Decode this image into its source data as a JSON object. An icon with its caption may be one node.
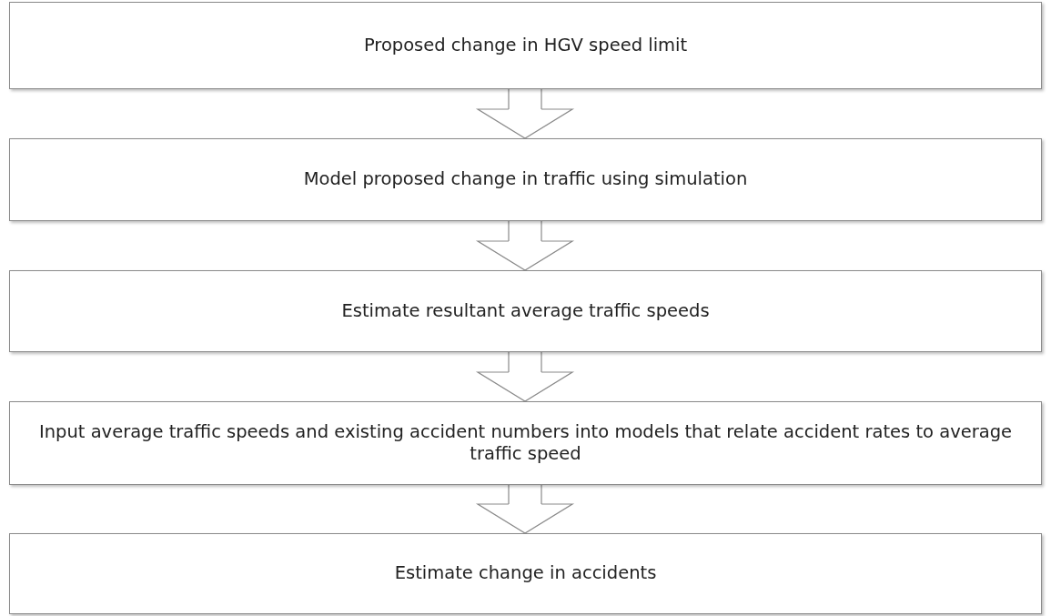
{
  "diagram": {
    "nodes": [
      {
        "text": [
          "Proposed change in HGV speed limit"
        ]
      },
      {
        "text": [
          "Model proposed change in traffic using simulation"
        ]
      },
      {
        "text": [
          "Estimate resultant average traffic speeds"
        ]
      },
      {
        "text": [
          "Input average traffic speeds and existing accident numbers into models that relate accident rates to average traffic speed"
        ]
      },
      {
        "text": [
          "Estimate change in accidents"
        ]
      }
    ],
    "edges": [
      {
        "from": 0,
        "to": 1,
        "arrow": "to"
      },
      {
        "from": 1,
        "to": 2,
        "arrow": "to"
      },
      {
        "from": 2,
        "to": 3,
        "arrow": "to"
      },
      {
        "from": 3,
        "to": 4,
        "arrow": "to"
      }
    ]
  }
}
